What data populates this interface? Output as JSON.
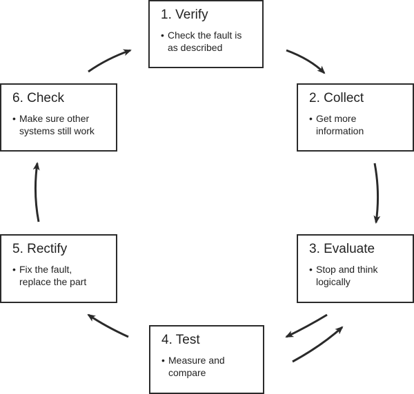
{
  "steps": [
    {
      "id": "verify",
      "title": "1. Verify",
      "description": "Check the fault is as described"
    },
    {
      "id": "collect",
      "title": "2. Collect",
      "description": "Get more information"
    },
    {
      "id": "evaluate",
      "title": "3. Evaluate",
      "description": "Stop and think logically"
    },
    {
      "id": "test",
      "title": "4. Test",
      "description": "Measure and compare"
    },
    {
      "id": "rectify",
      "title": "5. Rectify",
      "description": "Fix the fault, replace the part"
    },
    {
      "id": "check",
      "title": "6. Check",
      "description": "Make sure other systems still work"
    }
  ],
  "bullet_char": "•",
  "colors": {
    "arrow": "#2a2a2a",
    "box_border": "#2a2a2a",
    "text": "#222222"
  }
}
